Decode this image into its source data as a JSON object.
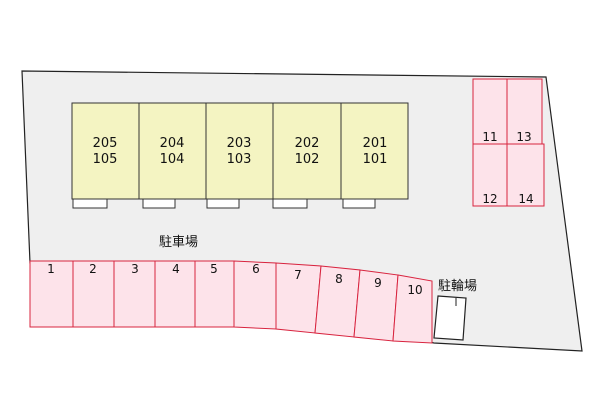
{
  "map": {
    "area_label": "駐車場",
    "bike_label": "駐輪場",
    "units": [
      {
        "upper": "205",
        "lower": "105"
      },
      {
        "upper": "204",
        "lower": "104"
      },
      {
        "upper": "203",
        "lower": "103"
      },
      {
        "upper": "202",
        "lower": "102"
      },
      {
        "upper": "201",
        "lower": "101"
      }
    ],
    "bottom_spaces": [
      "1",
      "2",
      "3",
      "4",
      "5",
      "6",
      "7",
      "8",
      "9",
      "10"
    ],
    "right_spaces": [
      "11",
      "13",
      "12",
      "14"
    ]
  },
  "colors": {
    "lot_fill": "#efefef",
    "building_fill": "#f4f4c2",
    "space_fill": "#fde3ea",
    "space_stroke": "#d8243f",
    "outline": "#222222"
  }
}
